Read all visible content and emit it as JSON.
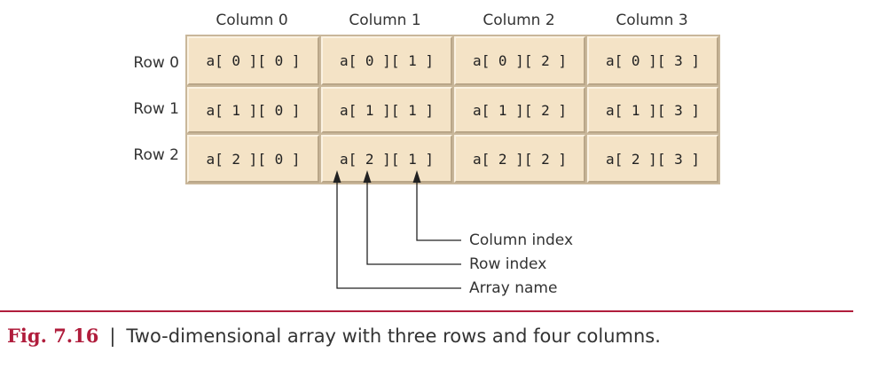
{
  "columns": [
    "Column 0",
    "Column 1",
    "Column 2",
    "Column 3"
  ],
  "rows": [
    "Row 0",
    "Row 1",
    "Row 2"
  ],
  "cells": [
    [
      "a[ 0 ][ 0 ]",
      "a[ 0 ][ 1 ]",
      "a[ 0 ][ 2 ]",
      "a[ 0 ][ 3 ]"
    ],
    [
      "a[ 1 ][ 0 ]",
      "a[ 1 ][ 1 ]",
      "a[ 1 ][ 2 ]",
      "a[ 1 ][ 3 ]"
    ],
    [
      "a[ 2 ][ 0 ]",
      "a[ 2 ][ 1 ]",
      "a[ 2 ][ 2 ]",
      "a[ 2 ][ 3 ]"
    ]
  ],
  "annotations": {
    "column_index": "Column index",
    "row_index": "Row index",
    "array_name": "Array name"
  },
  "caption": {
    "label": "Fig. 7.16",
    "separator": "|",
    "text": "Two-dimensional array with three rows and four columns."
  },
  "colors": {
    "cell_fill": "#f4e3c6",
    "accent": "#b01d3c"
  }
}
